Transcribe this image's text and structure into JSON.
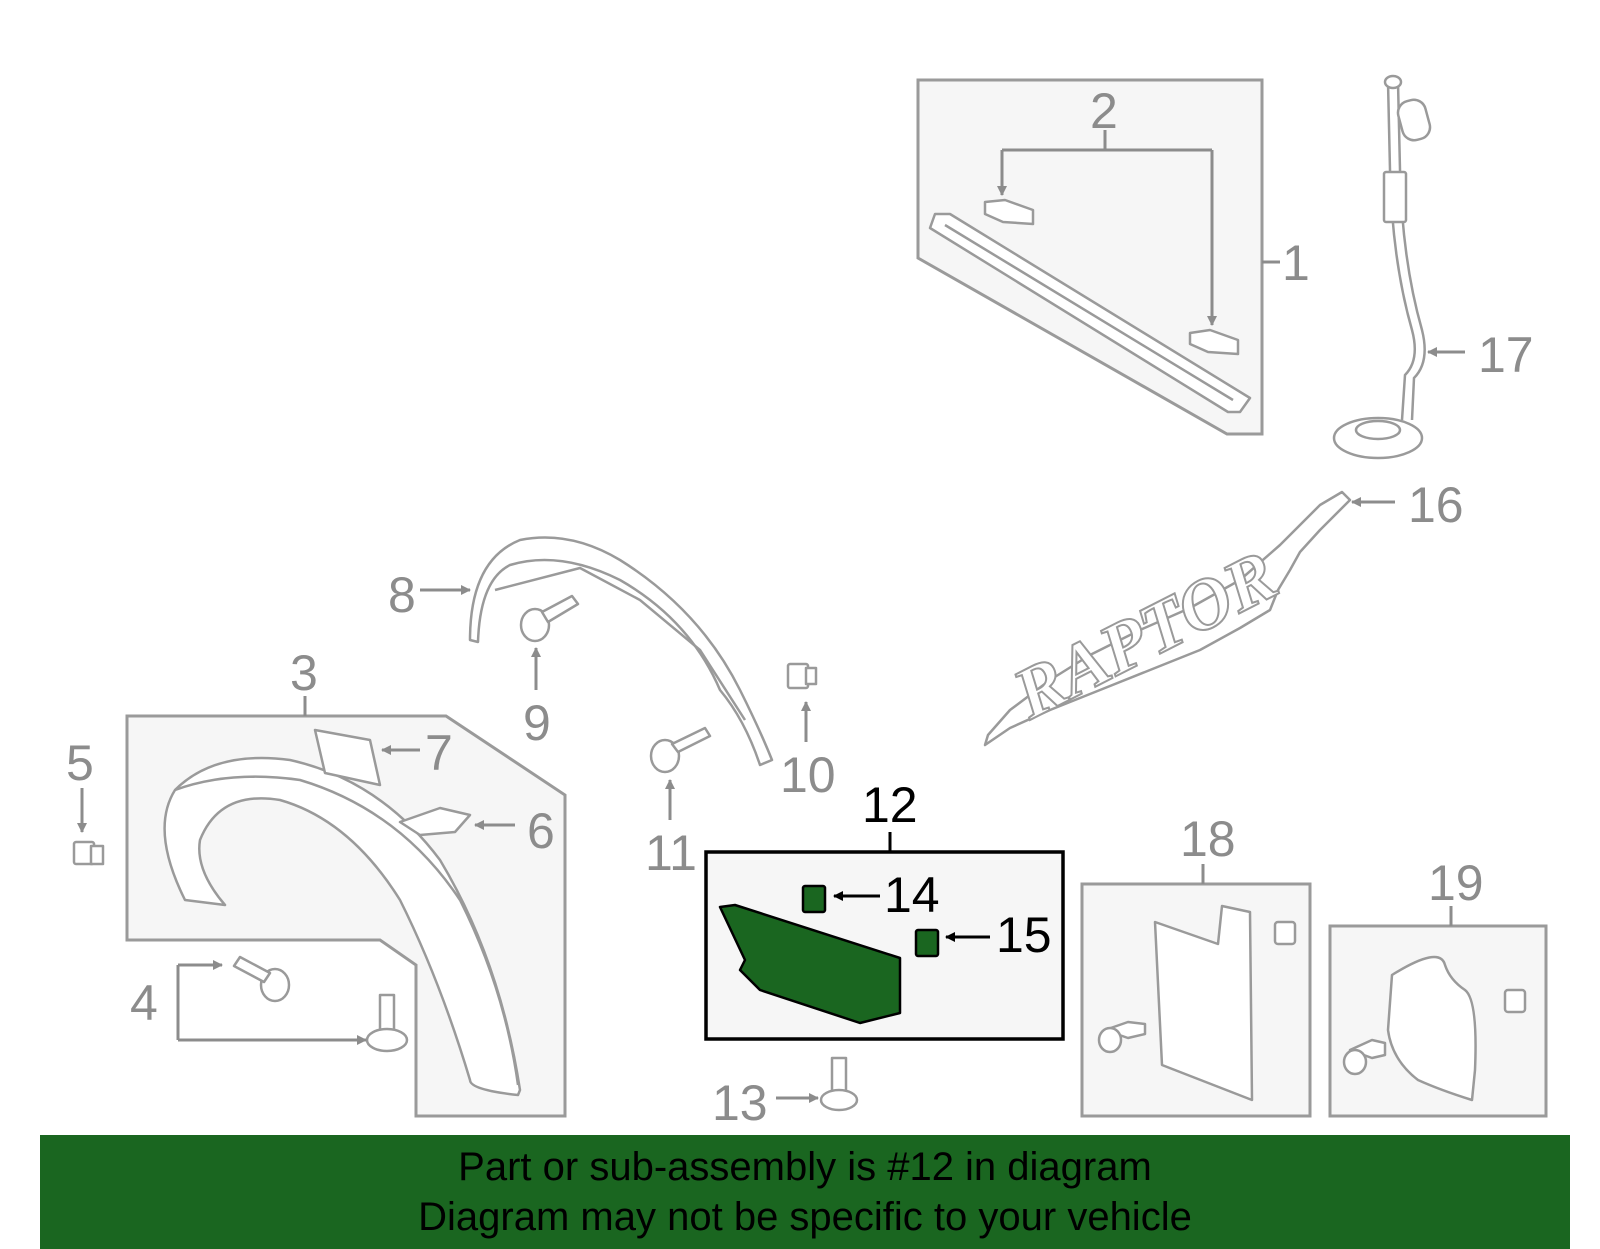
{
  "callouts": {
    "c1": "1",
    "c2": "2",
    "c3": "3",
    "c4": "4",
    "c5": "5",
    "c6": "6",
    "c7": "7",
    "c8": "8",
    "c9": "9",
    "c10": "10",
    "c11": "11",
    "c12": "12",
    "c13": "13",
    "c14": "14",
    "c15": "15",
    "c16": "16",
    "c17": "17",
    "c18": "18",
    "c19": "19"
  },
  "highlighted_part": "12",
  "highlight_color": "#1a6620",
  "banner": {
    "line1": "Part or sub-assembly is #12 in diagram",
    "line2": "Diagram may not be specific to your vehicle"
  }
}
